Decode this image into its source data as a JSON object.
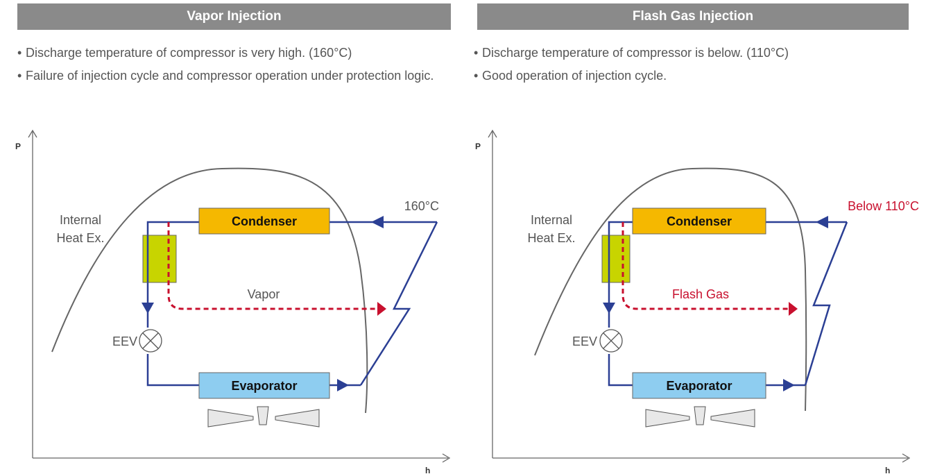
{
  "colors": {
    "header_bg": "#8a8a8a",
    "pipe": "#2b3f94",
    "injection": "#c8102e",
    "condenser": "#f5b800",
    "evaporator": "#8ecdf0",
    "heat_exchanger": "#c8d400",
    "dome": "#666666"
  },
  "panels": [
    {
      "header": "Vapor Injection",
      "bullets": [
        "Discharge temperature of compressor is very high. (160°C)",
        "Failure of injection cycle and compressor operation under protection logic."
      ],
      "diagram": {
        "y_axis": "P",
        "x_axis": "h",
        "condenser": "Condenser",
        "evaporator": "Evaporator",
        "heat_ex_line1": "Internal",
        "heat_ex_line2": "Heat Ex.",
        "eev": "EEV",
        "injection_label": "Vapor",
        "temperature": "160°C"
      }
    },
    {
      "header": "Flash Gas Injection",
      "bullets": [
        "Discharge temperature of compressor is below. (110°C)",
        "Good operation of injection cycle."
      ],
      "diagram": {
        "y_axis": "P",
        "x_axis": "h",
        "condenser": "Condenser",
        "evaporator": "Evaporator",
        "heat_ex_line1": "Internal",
        "heat_ex_line2": "Heat Ex.",
        "eev": "EEV",
        "injection_label": "Flash Gas",
        "temperature": "Below 110°C"
      }
    }
  ]
}
